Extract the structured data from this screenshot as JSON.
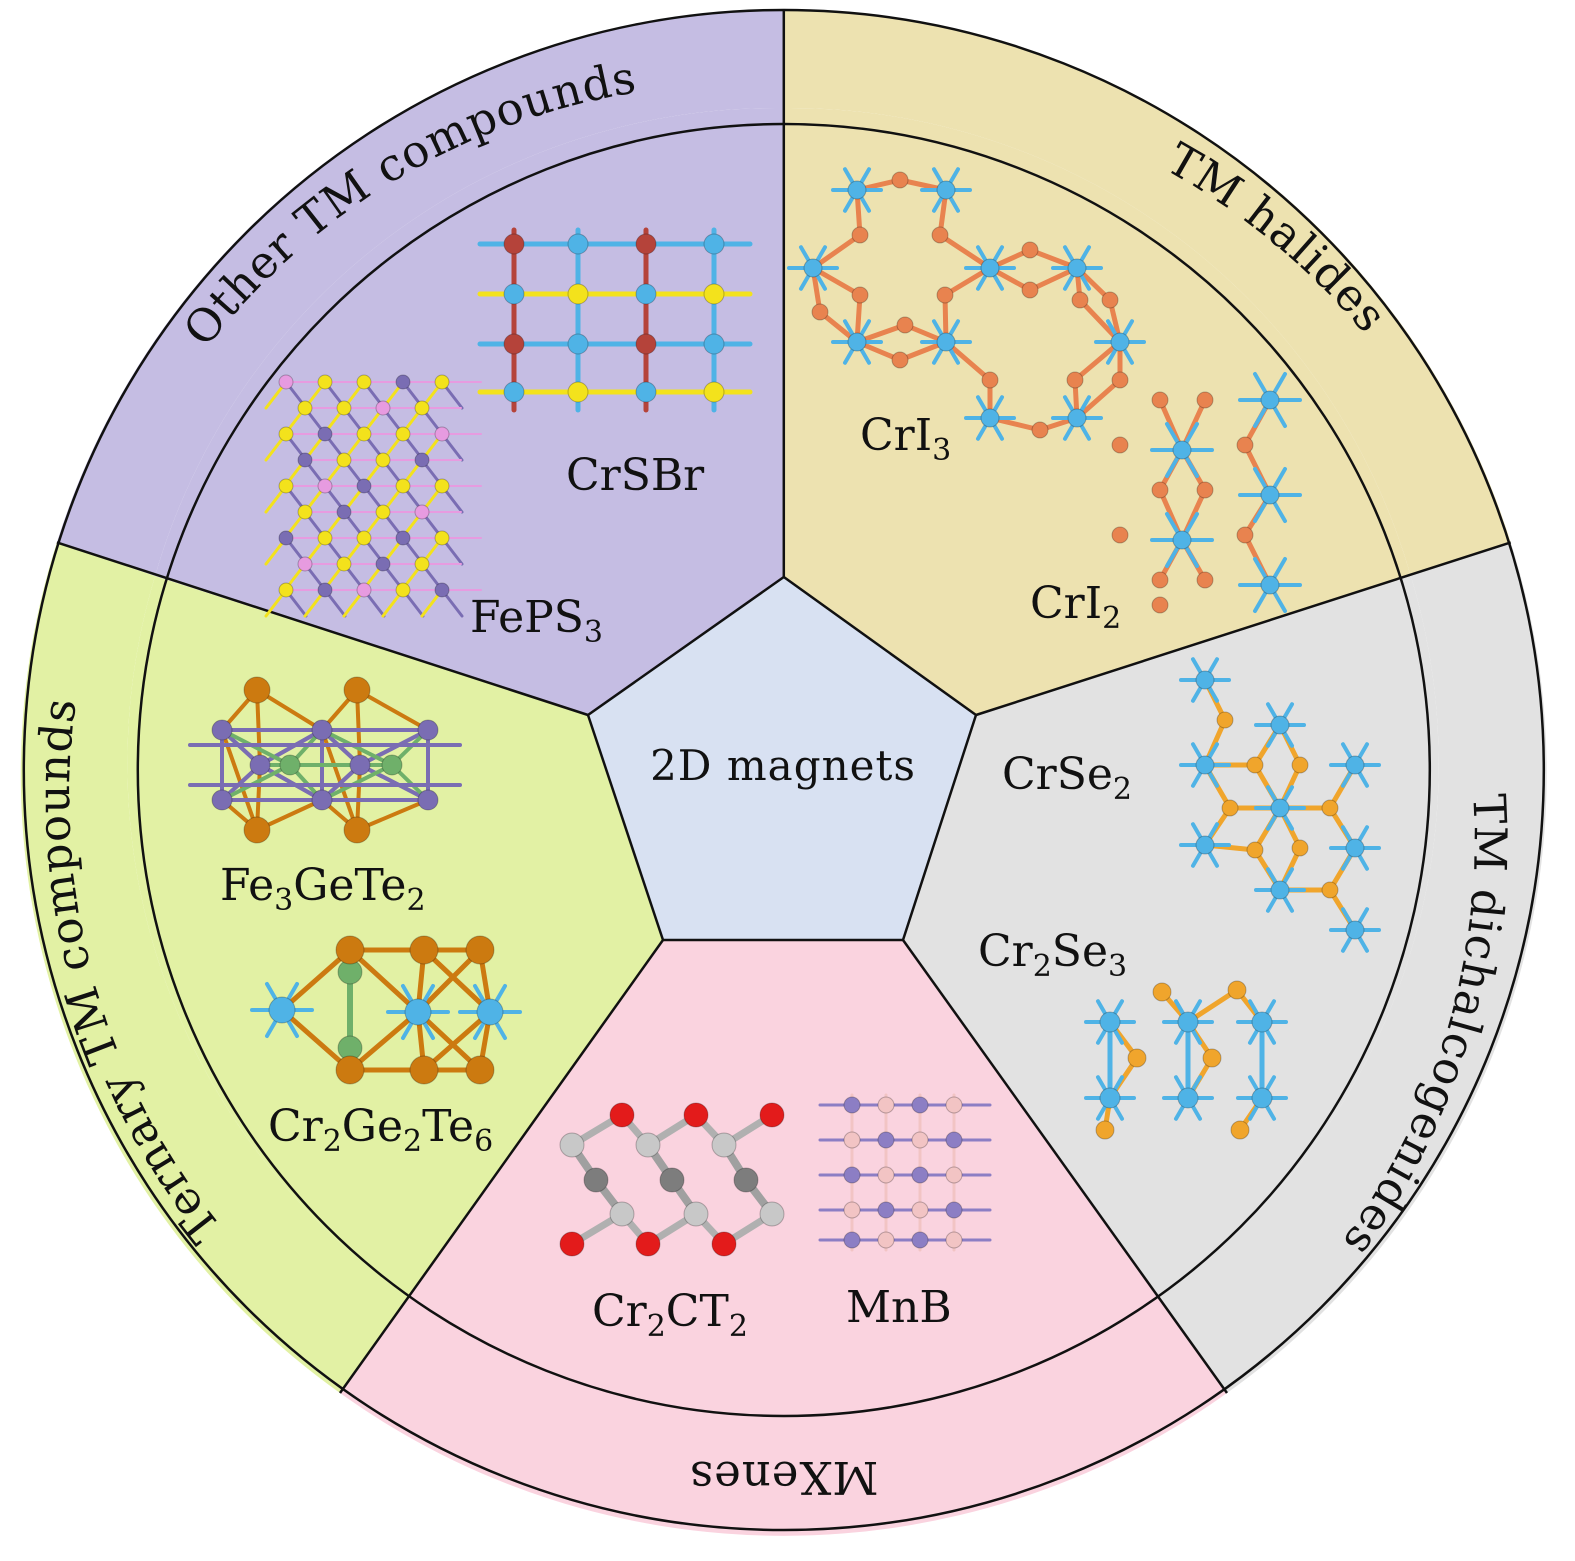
{
  "center": {
    "label": "2D magnets",
    "color": "#d8e1f2"
  },
  "sectors": [
    {
      "id": "halides",
      "category": "TM halides",
      "color": "#ede2b0",
      "materials": [
        {
          "id": "cri3",
          "parts": [
            [
              "Cr",
              ""
            ],
            [
              "I",
              "3"
            ]
          ]
        },
        {
          "id": "cri2",
          "parts": [
            [
              "Cr",
              ""
            ],
            [
              "I",
              "2"
            ]
          ]
        }
      ]
    },
    {
      "id": "dichalcogenides",
      "category": "TM dichalcogenides",
      "color": "#e2e2e2",
      "materials": [
        {
          "id": "crse2",
          "parts": [
            [
              "Cr",
              ""
            ],
            [
              "Se",
              "2"
            ]
          ]
        },
        {
          "id": "cr2se3",
          "parts": [
            [
              "Cr",
              "2"
            ],
            [
              "Se",
              "3"
            ]
          ]
        }
      ]
    },
    {
      "id": "mxenes",
      "category": "MXenes",
      "color": "#fad3df",
      "materials": [
        {
          "id": "cr2ct2",
          "parts": [
            [
              "Cr",
              "2"
            ],
            [
              "CT",
              "2"
            ]
          ]
        },
        {
          "id": "mnb",
          "parts": [
            [
              "MnB",
              ""
            ]
          ]
        }
      ]
    },
    {
      "id": "ternary",
      "category": "Ternary TM compounds",
      "color": "#e2f1a4",
      "materials": [
        {
          "id": "fe3gete2",
          "parts": [
            [
              "Fe",
              "3"
            ],
            [
              "GeTe",
              "2"
            ]
          ]
        },
        {
          "id": "cr2ge2te6",
          "parts": [
            [
              "Cr",
              "2"
            ],
            [
              "Ge",
              "2"
            ],
            [
              "Te",
              "6"
            ]
          ]
        }
      ]
    },
    {
      "id": "other",
      "category": "Other TM compounds",
      "color": "#c5bde3",
      "materials": [
        {
          "id": "crsbr",
          "parts": [
            [
              "CrSBr",
              ""
            ]
          ]
        },
        {
          "id": "feps3",
          "parts": [
            [
              "FePS",
              "3"
            ]
          ]
        }
      ]
    }
  ],
  "atom_colors": {
    "cr": "#4fb3e6",
    "halide": "#e8834f",
    "chalcogen": "#f0a52c",
    "sulfur": "#f3e21c",
    "bromine": "#b5433a",
    "fe": "#7a6db3",
    "phosphorus": "#e79be0",
    "te": "#cc7a10",
    "ge": "#6fb06a",
    "oxygen": "#e31b1b",
    "carbon_light": "#c8c8c8",
    "carbon_dark": "#7d7d7d",
    "boron": "#f2c4c4",
    "mn": "#8c7ec4"
  }
}
